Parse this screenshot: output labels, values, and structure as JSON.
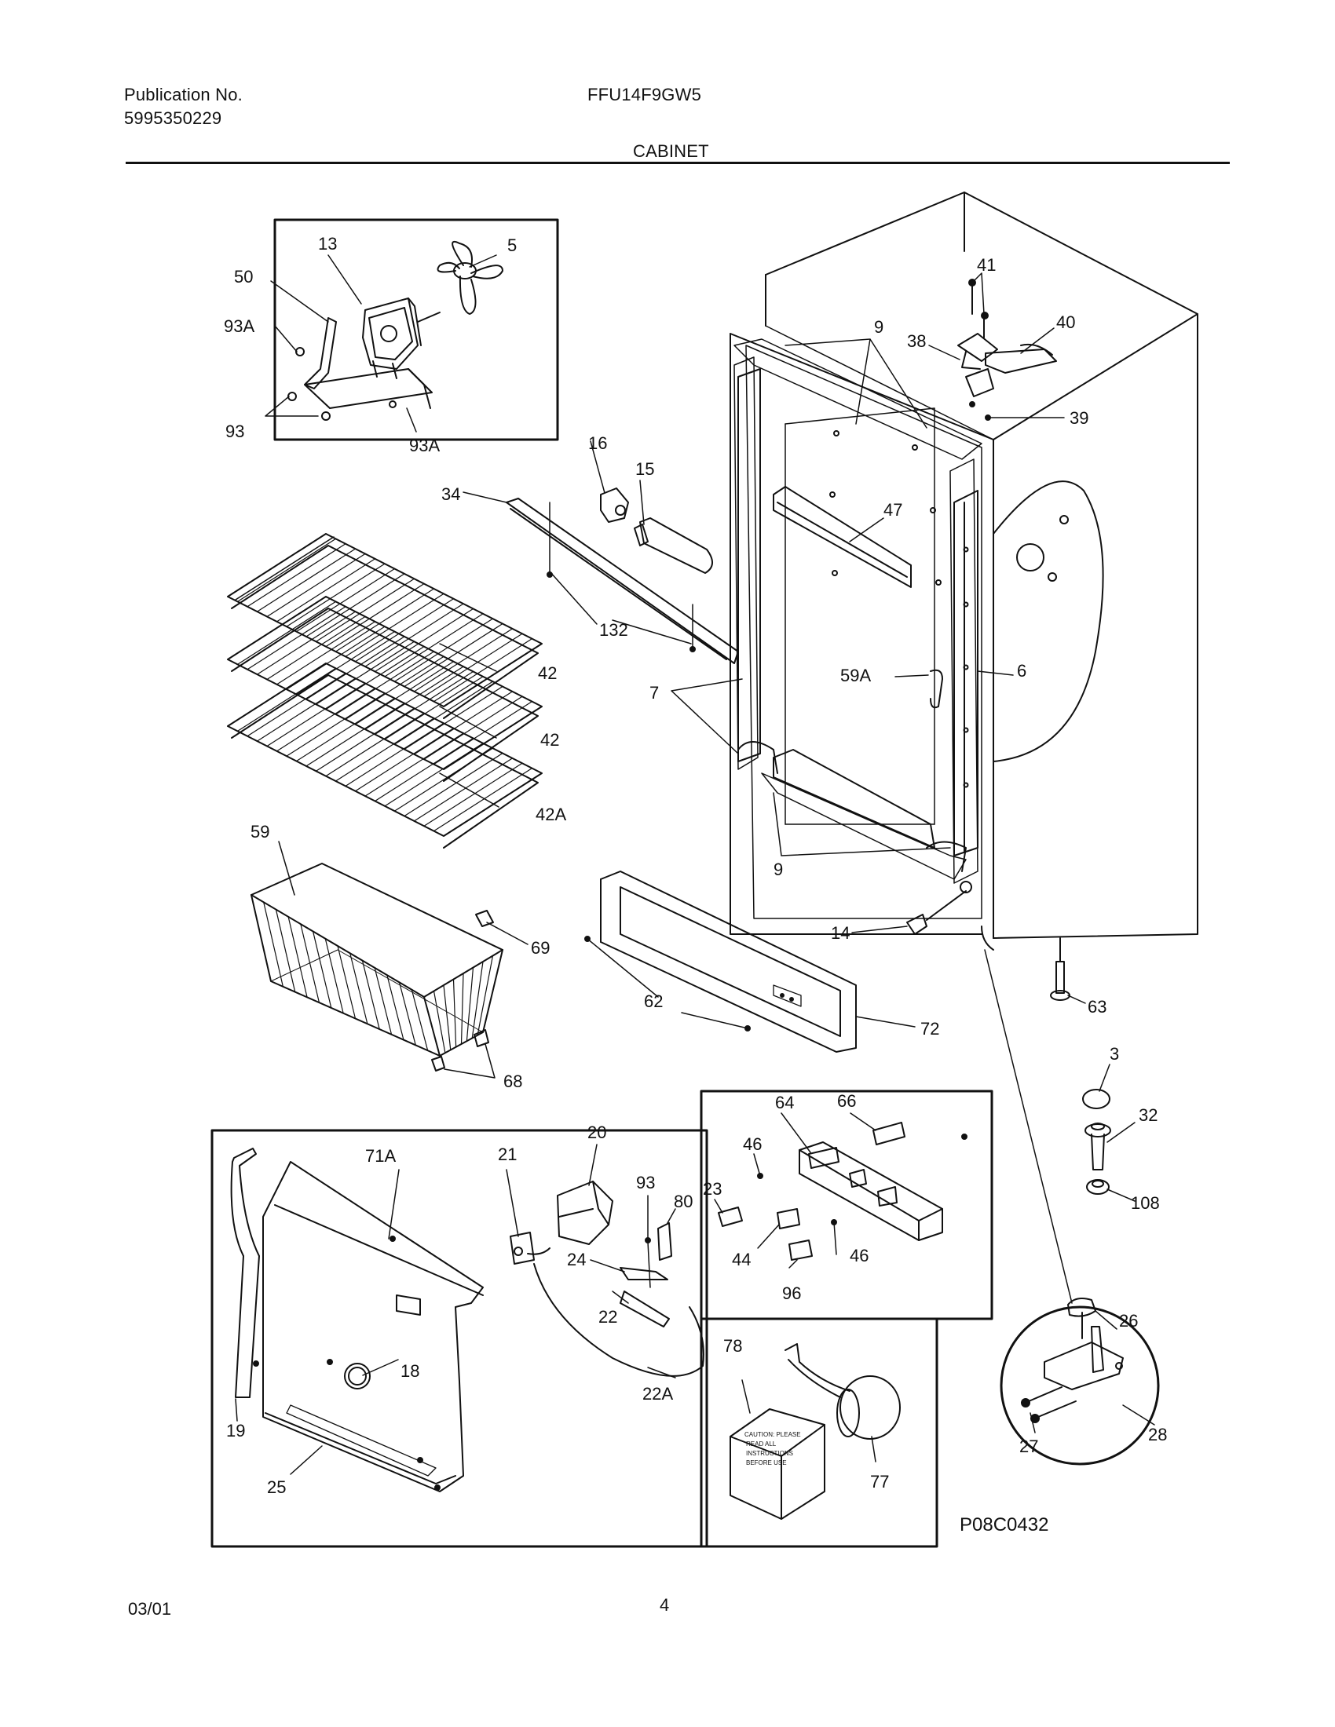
{
  "header": {
    "publication_label": "Publication No.",
    "publication_number": "5995350229",
    "model": "FFU14F9GW5",
    "section": "CABINET"
  },
  "footer": {
    "date": "03/01",
    "page": "4"
  },
  "diagram": {
    "code": "P08C0432",
    "carton_text": [
      "CAUTION: PLEASE",
      "READ ALL",
      "INSTRUCTIONS",
      "BEFORE USE"
    ],
    "callouts": {
      "c50": "50",
      "c13": "13",
      "c5": "5",
      "c93a_1": "93A",
      "c93": "93",
      "c93a_2": "93A",
      "c16": "16",
      "c15": "15",
      "c34": "34",
      "c132": "132",
      "c9_top": "9",
      "c38": "38",
      "c41": "41",
      "c40": "40",
      "c39": "39",
      "c47": "47",
      "c59a": "59A",
      "c6": "6",
      "c7": "7",
      "c9_bottom": "9",
      "c42_1": "42",
      "c42_2": "42",
      "c42a": "42A",
      "c59": "59",
      "c69": "69",
      "c68": "68",
      "c14": "14",
      "c62": "62",
      "c72": "72",
      "c63": "63",
      "c3": "3",
      "c32": "32",
      "c108": "108",
      "c71a": "71A",
      "c21": "21",
      "c20": "20",
      "c93_lower": "93",
      "c80": "80",
      "c24": "24",
      "c22": "22",
      "c22a": "22A",
      "c18": "18",
      "c19": "19",
      "c25": "25",
      "c64": "64",
      "c66": "66",
      "c46_1": "46",
      "c23": "23",
      "c44": "44",
      "c46_2": "46",
      "c96": "96",
      "c78": "78",
      "c77": "77",
      "c26": "26",
      "c27": "27",
      "c28": "28"
    }
  }
}
